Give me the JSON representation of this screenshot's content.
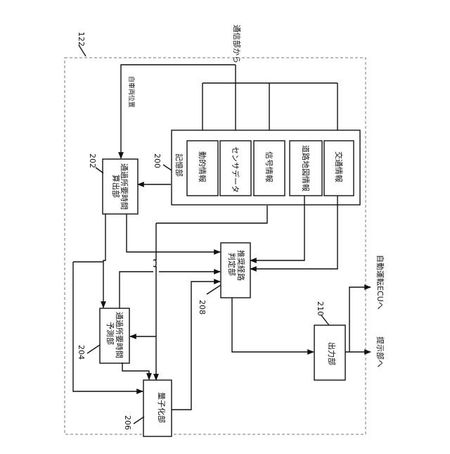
{
  "figure": {
    "outer_ref": "122",
    "from_comm": "通信部から",
    "own_vehicle_position": "自車両位置",
    "to_presentation": "提示部へ",
    "to_ecu": "自動運転ECUへ"
  },
  "storage": {
    "ref": "200",
    "title": "記憶部",
    "items": [
      "動的情報",
      "センサデータ",
      "信号情報",
      "道路地図情報",
      "交通情報"
    ]
  },
  "blocks": {
    "b202": {
      "ref": "202",
      "line1": "通過所要時間",
      "line2": "算出部"
    },
    "b204": {
      "ref": "204",
      "line1": "通過所要時間",
      "line2": "予測部"
    },
    "b206": {
      "ref": "206",
      "label": "量子化部"
    },
    "b208": {
      "ref": "208",
      "line1": "推奨経路",
      "line2": "判定部"
    },
    "b210": {
      "ref": "210",
      "label": "出力部"
    }
  }
}
